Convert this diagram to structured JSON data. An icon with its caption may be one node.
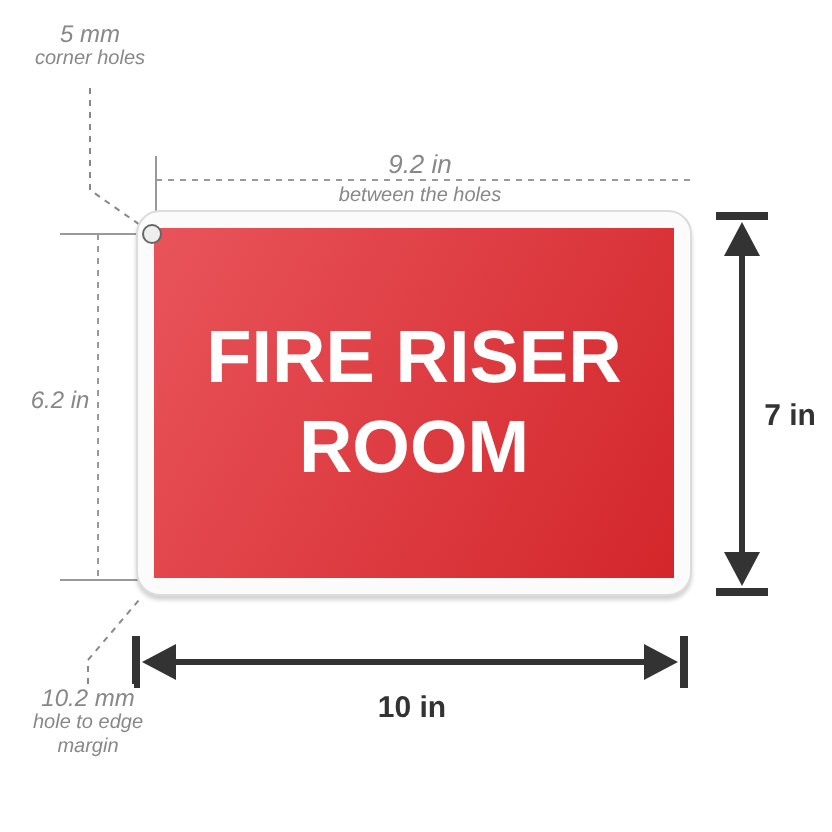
{
  "diagram": {
    "nodes": [
      {
        "text": [
          "FIRE RISER ROOM"
        ]
      },
      {
        "text": [],
        "shape": "circle",
        "in": 0
      },
      {
        "text": [
          "5 mm",
          "corner holes"
        ]
      },
      {
        "text": [
          "10.2 mm",
          "hole to edge margin"
        ]
      }
    ],
    "edges": [
      {
        "from": 2,
        "to": 1,
        "arrow": "none",
        "style": "dashed"
      },
      {
        "from": 3,
        "to": 0,
        "arrow": "none",
        "style": "dashed"
      }
    ],
    "labels": [
      "9.2 in",
      "between the holes",
      "6.2 in",
      "7 in",
      "10 in"
    ]
  }
}
